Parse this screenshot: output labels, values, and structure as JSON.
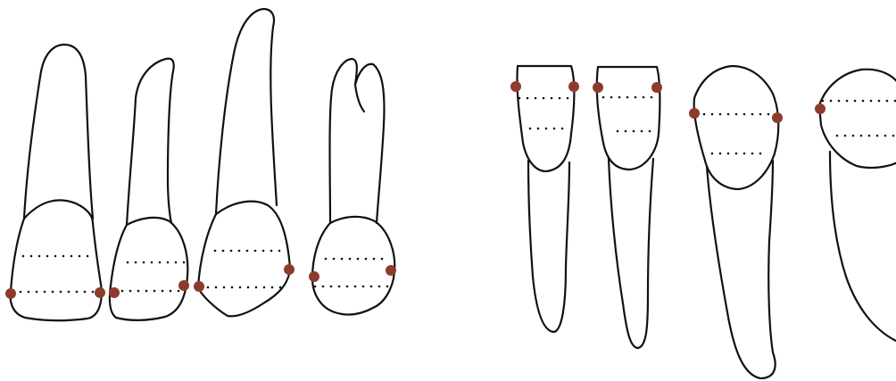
{
  "diagram": {
    "type": "dental-outline-illustration",
    "groups": [
      {
        "name": "upper-teeth",
        "tooth_count": 4
      },
      {
        "name": "lower-teeth",
        "tooth_count": 4
      }
    ],
    "contact_point_count": 15,
    "dotted_line_count": 16
  },
  "colors": {
    "outline": "#111111",
    "dotted_line": "#111111",
    "contact_point": "#8e3b2c",
    "background": "#ffffff"
  }
}
